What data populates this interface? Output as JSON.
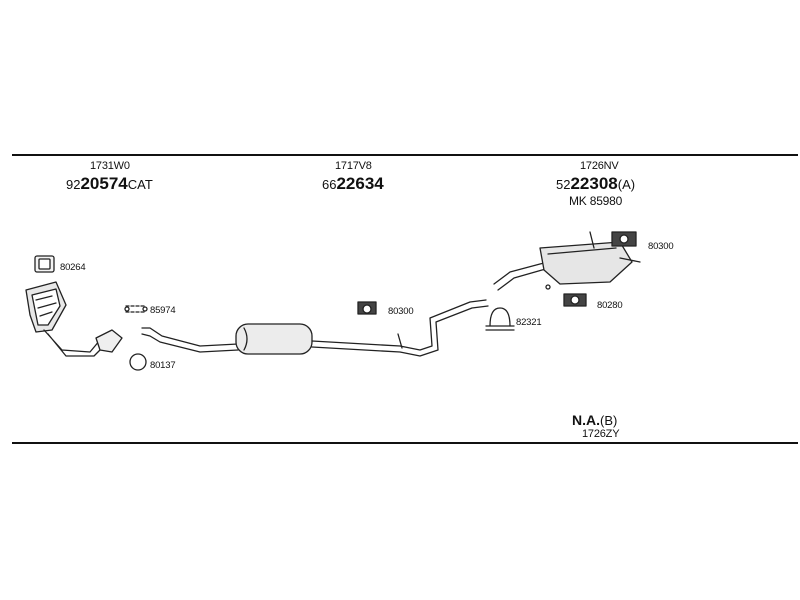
{
  "sections": [
    {
      "top_code": "1731W0",
      "number_prefix": "92",
      "number_main": "20574",
      "number_suffix": "CAT"
    },
    {
      "top_code": "1717V8",
      "number_prefix": "66",
      "number_main": "22634",
      "number_suffix": ""
    },
    {
      "top_code": "1726NV",
      "number_prefix": "52",
      "number_main": "22308",
      "number_suffix": "(A)",
      "extra": "MK  85980"
    }
  ],
  "parts": {
    "gasket": "80264",
    "clamp_small": "85974",
    "ring": "80137",
    "hanger_mid": "80300",
    "clamp_u": "82321",
    "hanger_rear_top": "80300",
    "hanger_rear_bottom": "80280"
  },
  "footer": {
    "na_bold": "N.A.",
    "na_suffix": "(B)",
    "code": "1726ZY"
  }
}
